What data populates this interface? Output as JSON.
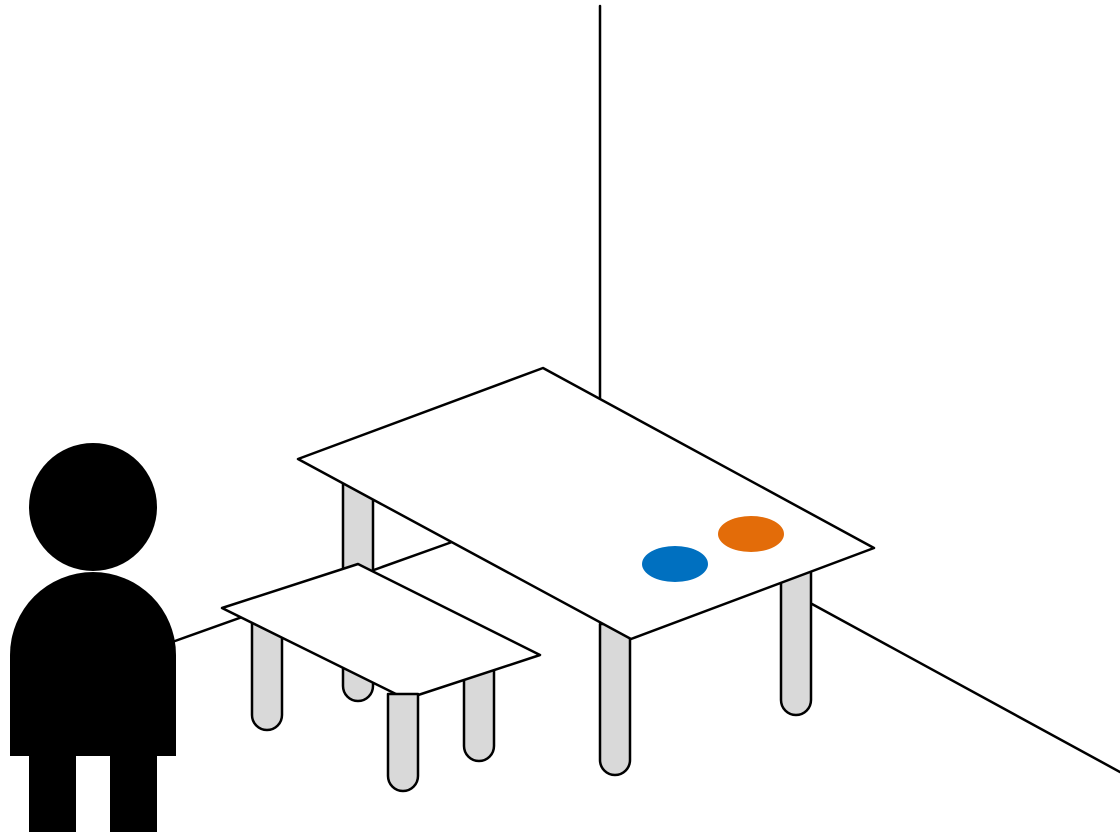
{
  "colors": {
    "background": "#ffffff",
    "outline": "#000000",
    "table_top": "#ffffff",
    "table_leg": "#d9d9d9",
    "person": "#000000",
    "blue_disc": "#0070c0",
    "orange_disc": "#e36c09"
  },
  "scene": {
    "objects": [
      "room-corner",
      "large-table",
      "small-table",
      "blue-disc",
      "orange-disc",
      "person-figure"
    ]
  }
}
